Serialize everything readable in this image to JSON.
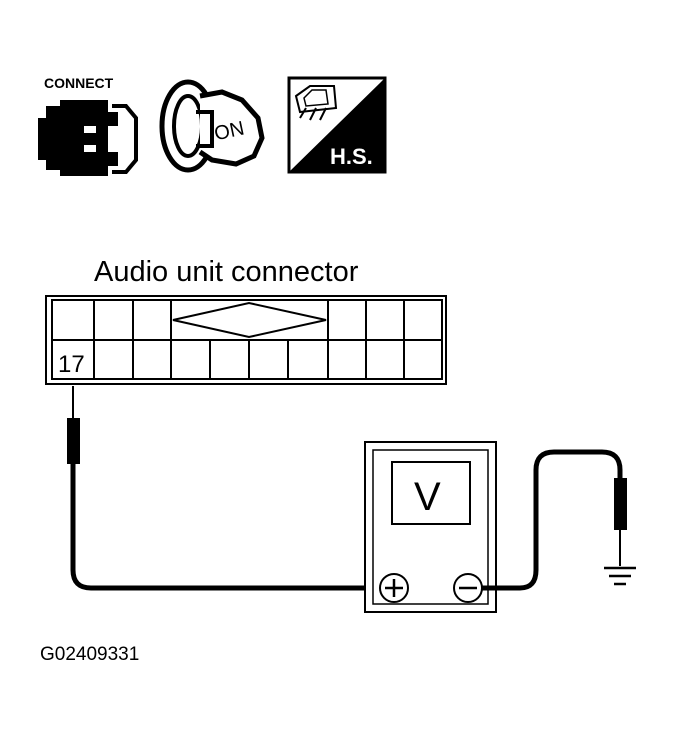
{
  "icons": {
    "connect_label": "CONNECT",
    "ignition_label": "ON",
    "hs_label": "H.S."
  },
  "connector": {
    "title": "Audio unit connector",
    "pin_label": "17"
  },
  "meter": {
    "display": "V",
    "plus_symbol": "+",
    "minus_symbol": "−"
  },
  "figure_id": "G02409331"
}
